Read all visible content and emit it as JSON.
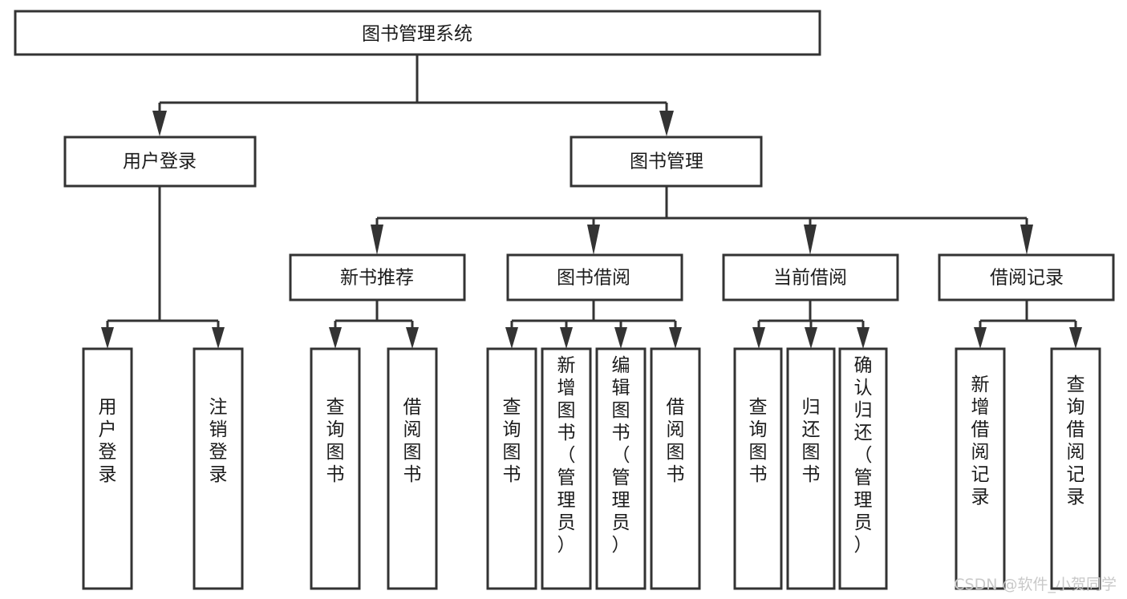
{
  "diagram": {
    "title": "图书管理系统",
    "type": "hierarchical-tree",
    "root": {
      "id": "root",
      "label": "图书管理系统",
      "orientation": "horizontal"
    },
    "level2": [
      {
        "id": "user-login",
        "label": "用户登录",
        "orientation": "horizontal"
      },
      {
        "id": "book-manage",
        "label": "图书管理",
        "orientation": "horizontal"
      }
    ],
    "level3": [
      {
        "id": "new-book-rec",
        "label": "新书推荐",
        "orientation": "horizontal",
        "parent": "book-manage"
      },
      {
        "id": "book-borrow",
        "label": "图书借阅",
        "orientation": "horizontal",
        "parent": "book-manage"
      },
      {
        "id": "current-borrow",
        "label": "当前借阅",
        "orientation": "horizontal",
        "parent": "book-manage"
      },
      {
        "id": "borrow-record",
        "label": "借阅记录",
        "orientation": "horizontal",
        "parent": "book-manage"
      }
    ],
    "leaves": [
      {
        "id": "leaf-user-login",
        "label": "用户登录",
        "parent": "user-login",
        "orientation": "vertical"
      },
      {
        "id": "leaf-user-logout",
        "label": "注销登录",
        "parent": "user-login",
        "orientation": "vertical"
      },
      {
        "id": "leaf-query-book-new",
        "label": "查询图书",
        "parent": "new-book-rec",
        "orientation": "vertical"
      },
      {
        "id": "leaf-borrow-book-new",
        "label": "借阅图书",
        "parent": "new-book-rec",
        "orientation": "vertical"
      },
      {
        "id": "leaf-query-book-borrow",
        "label": "查询图书",
        "parent": "book-borrow",
        "orientation": "vertical"
      },
      {
        "id": "leaf-add-book",
        "label": "新增图书（管理员）",
        "parent": "book-borrow",
        "orientation": "vertical"
      },
      {
        "id": "leaf-edit-book",
        "label": "编辑图书（管理员）",
        "parent": "book-borrow",
        "orientation": "vertical"
      },
      {
        "id": "leaf-borrow-book",
        "label": "借阅图书",
        "parent": "book-borrow",
        "orientation": "vertical"
      },
      {
        "id": "leaf-query-book-current",
        "label": "查询图书",
        "parent": "current-borrow",
        "orientation": "vertical"
      },
      {
        "id": "leaf-return-book",
        "label": "归还图书",
        "parent": "current-borrow",
        "orientation": "vertical"
      },
      {
        "id": "leaf-confirm-return",
        "label": "确认归还（管理员）",
        "parent": "current-borrow",
        "orientation": "vertical"
      },
      {
        "id": "leaf-add-record",
        "label": "新增借阅记录",
        "parent": "borrow-record",
        "orientation": "vertical"
      },
      {
        "id": "leaf-query-record",
        "label": "查询借阅记录",
        "parent": "borrow-record",
        "orientation": "vertical"
      }
    ],
    "colors": {
      "stroke": "#333333",
      "fill": "#ffffff",
      "text": "#1b1b1b",
      "watermark": "#c9c9c9",
      "background": "#ffffff"
    }
  },
  "watermark": {
    "text": "CSDN @软件_小贺同学"
  }
}
